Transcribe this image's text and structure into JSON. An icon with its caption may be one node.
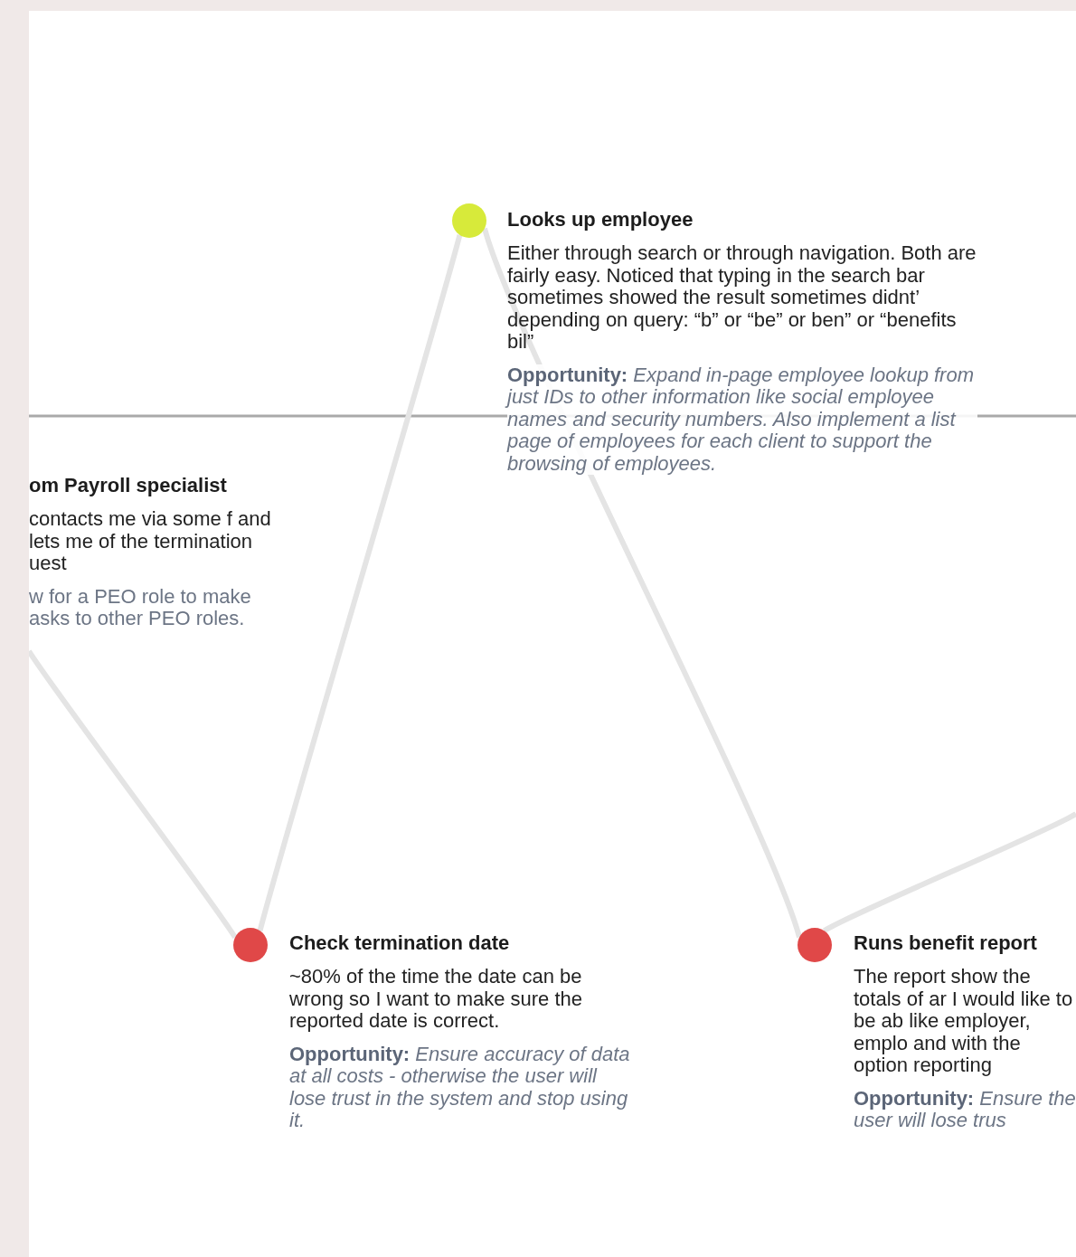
{
  "diagram": {
    "nodes": [
      {
        "text": [
          "om Payroll specialist",
          "contacts me via some f and lets me of the termination uest",
          "w for a PEO role to make asks to other PEO roles."
        ]
      },
      {
        "text": [
          "Check termination date",
          "~80% of the time the date can be wrong so I want to make sure the reported date is correct.",
          "**Opportunity:** *Ensure accuracy of data at all costs - otherwise the user will lose trust in the system and stop using it.*"
        ]
      },
      {
        "text": [
          "Looks up employee",
          "Either through search or through navigation. Both are fairly easy. Noticed that typing in the search bar sometimes showed the result sometimes didnt’ depending on query: “b” or “be” or ben” or “benefits bil”",
          "**Opportunity:** *Expand in-page employee lookup from just IDs to other information like social employee names and security numbers. Also implement a list page of employees for each client to support the browsing of employees.*"
        ]
      },
      {
        "text": [
          "Runs benefit report",
          "The report show the totals of ar I would like to be ab like employer, emplo and with the option reporting",
          "**Opportunity:** *Ensure the user will lose trus*"
        ]
      }
    ],
    "edges": [
      {
        "from": null,
        "to": 1,
        "arrow": "none"
      },
      {
        "from": 1,
        "to": 2,
        "arrow": "none"
      },
      {
        "from": 2,
        "to": 3,
        "arrow": "none"
      },
      {
        "from": 3,
        "to": null,
        "arrow": "none"
      }
    ]
  }
}
